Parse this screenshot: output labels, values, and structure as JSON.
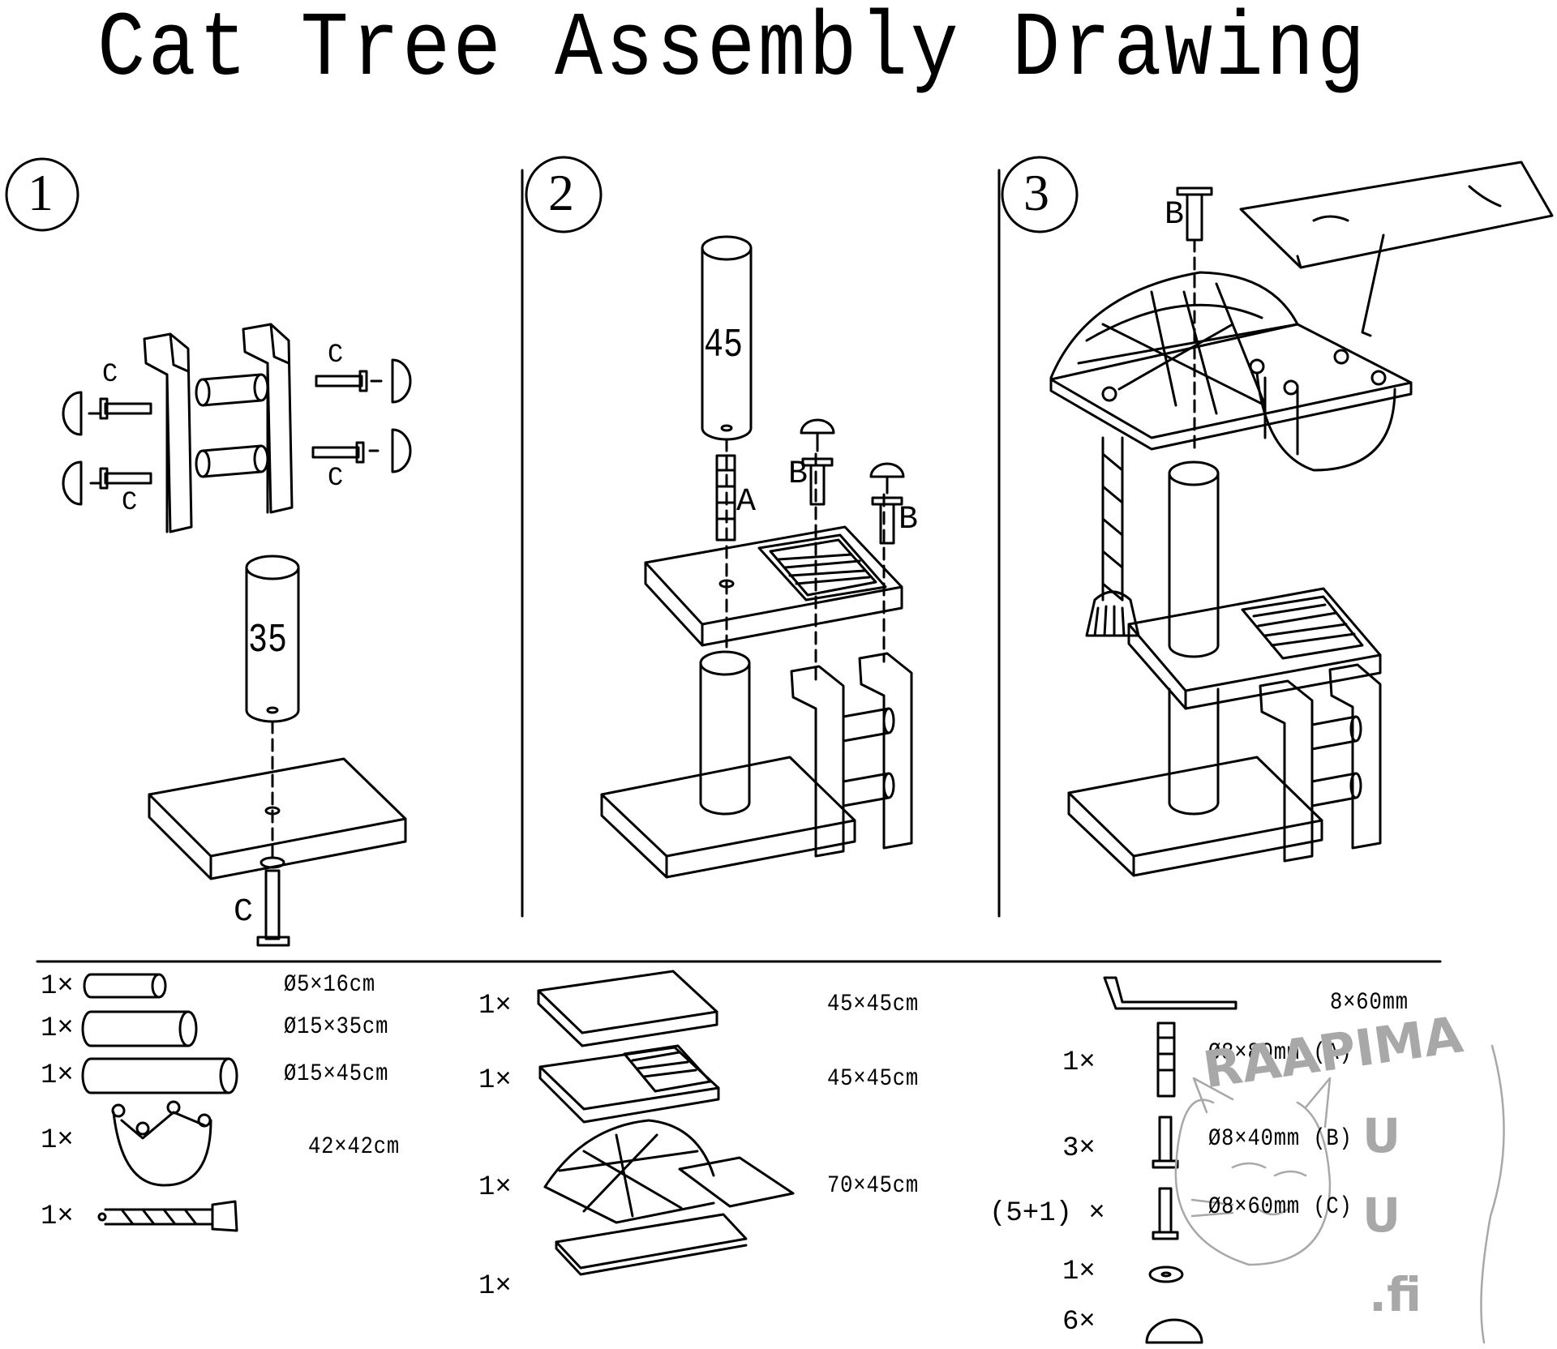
{
  "title": "Cat Tree Assembly Drawing",
  "steps": [
    {
      "number": "1",
      "post_label": "35",
      "part_label": "C",
      "hint_labels": [
        "C",
        "C",
        "C",
        "C"
      ]
    },
    {
      "number": "2",
      "post_label": "45",
      "part_labels": [
        "A",
        "B",
        "B"
      ]
    },
    {
      "number": "3",
      "part_label": "B"
    }
  ],
  "parts_list": {
    "posts": [
      {
        "qty": "1×",
        "size": "Ø5×16cm"
      },
      {
        "qty": "1×",
        "size": "Ø15×35cm"
      },
      {
        "qty": "1×",
        "size": "Ø15×45cm"
      },
      {
        "qty": "1×",
        "size": "42×42cm"
      },
      {
        "qty": "1×",
        "size": ""
      }
    ],
    "boards": [
      {
        "qty": "1×",
        "size": "45×45cm"
      },
      {
        "qty": "1×",
        "size": "45×45cm"
      },
      {
        "qty": "1×",
        "size": "70×45cm"
      },
      {
        "qty": "1×",
        "size": ""
      }
    ],
    "hardware": [
      {
        "qty": "",
        "size": "8×60mm"
      },
      {
        "qty": "1×",
        "size": "Ø8×80mm (A)"
      },
      {
        "qty": "3×",
        "size": "Ø8×40mm (B)"
      },
      {
        "qty": "(5+1) ×",
        "size": "Ø8×60mm (C)"
      },
      {
        "qty": "1×",
        "size": ""
      },
      {
        "qty": "6×",
        "size": ""
      }
    ]
  },
  "watermark": {
    "brand": "RAAPIMA",
    "letters": [
      "U",
      "U"
    ],
    "suffix": ".fi"
  },
  "icons": [
    "wooden-post-icon",
    "board-icon",
    "scratch-pad-icon",
    "hammock-icon",
    "rope-icon",
    "bolt-icon",
    "washer-icon",
    "cap-icon",
    "allen-key-icon",
    "cat-watermark-icon"
  ]
}
